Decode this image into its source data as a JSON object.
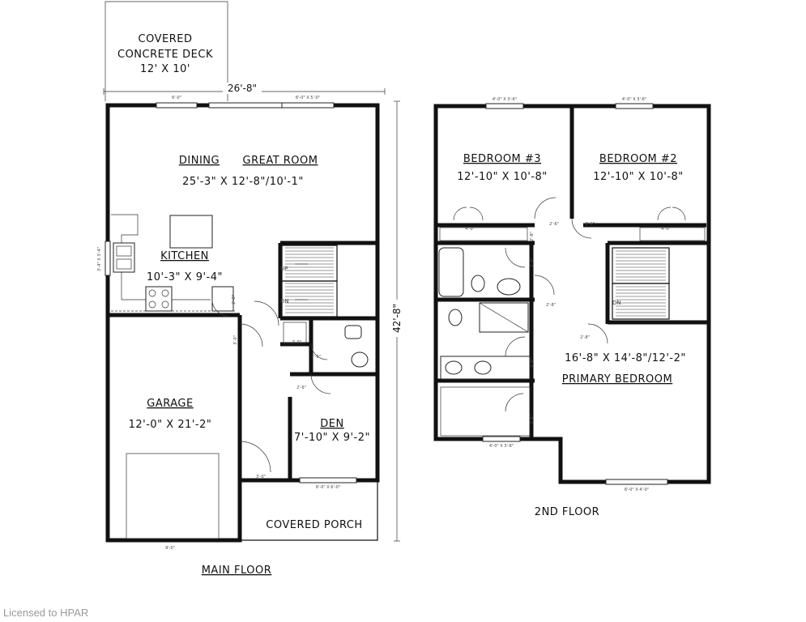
{
  "main_floor": {
    "caption": "MAIN FLOOR",
    "overall_width": "26'-8\"",
    "overall_depth": "42'-8\"",
    "deck": {
      "name": "COVERED",
      "name2": "CONCRETE DECK",
      "size": "12' X 10'"
    },
    "great_room": {
      "name_a": "DINING",
      "name_b": "GREAT ROOM",
      "size": "25'-3\" X 12'-8\"/10'-1\""
    },
    "kitchen": {
      "name": "KITCHEN",
      "size": "10'-3\" X 9'-4\""
    },
    "garage": {
      "name": "GARAGE",
      "size": "12'-0\" X 21'-2\""
    },
    "den": {
      "name": "DEN",
      "size": "7'-10\" X 9'-2\""
    },
    "porch": {
      "name": "COVERED PORCH"
    },
    "stair_up": "UP",
    "stair_dn": "DN",
    "dims": {
      "rear_window_a": "6'-0\"",
      "rear_window_b": "6'-0\" X 5'-0\"",
      "side_window": "3'-4\" X 3'-4\"",
      "garage_door_w": "3'-0\"",
      "porch_door": "3'-0\"",
      "den_window": "6'-0\" X 6'-0\"",
      "garage_bottom": "9'-0\"",
      "closet_door": "2'-0\"",
      "den_door": "2'-6\"",
      "pwdr_door": "2'-6\"",
      "kitchen_door": "2'-8\""
    }
  },
  "second_floor": {
    "caption": "2ND FLOOR",
    "bedroom3": {
      "name": "BEDROOM #3",
      "size": "12'-10\" X 10'-8\""
    },
    "bedroom2": {
      "name": "BEDROOM #2",
      "size": "12'-10\" X 10'-8\""
    },
    "primary": {
      "name": "PRIMARY BEDROOM",
      "size": "16'-8\" X 14'-8\"/12'-2\""
    },
    "stair_dn": "DN",
    "dims": {
      "bed3_window": "4'-0\" X 3'-6\"",
      "bed2_window": "4'-0\" X 3'-6\"",
      "front_window_a": "4'-0\" X 3'-6\"",
      "front_window_b": "6'-0\" X 4'-0\"",
      "closet_a": "4'-0\"",
      "closet_b": "4'-0\"",
      "door_a": "2'-6\"",
      "door_b": "2'-6\"",
      "door_c": "2'-8\"",
      "door_d": "2'-8\"",
      "door_e": "2'-6\"",
      "door_f": "2'-6\"",
      "door_g": "2'-6\"",
      "door_h": "2'-8\""
    }
  },
  "watermark": "Licensed to HPAR"
}
